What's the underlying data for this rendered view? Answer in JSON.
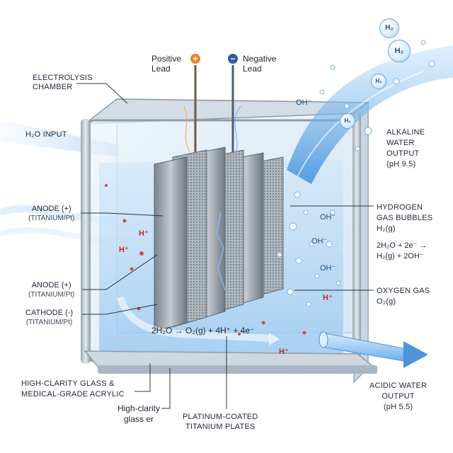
{
  "labels": {
    "electrolysis_chamber": [
      "ELECTROLYSIS",
      "CHAMBER"
    ],
    "positive_lead": {
      "sign": "+",
      "lines": [
        "Positive",
        "Lead"
      ]
    },
    "negative_lead": {
      "sign": "−",
      "lines": [
        "Negative",
        "Lead"
      ]
    },
    "h2o_input": "H₂O INPUT",
    "anode_upper": {
      "title": "ANODE (+)",
      "sub": "(TITANIUM/Pt)"
    },
    "anode_lower": {
      "title": "ANODE (+)",
      "sub": "(TITANIUM/Pt)"
    },
    "cathode": {
      "title": "CATHODE (-)",
      "sub": "(TITANIUM/Pt)"
    },
    "glass_acrylic": [
      "HIGH-CLARITY GLASS &",
      "MEDICAL-GRADE ACRYLIC"
    ],
    "glass_er": [
      "High-clarity",
      "glass er"
    ],
    "plates": [
      "PLATINUM-COATED",
      "TITANIUM PLATES"
    ],
    "alkaline_output": [
      "ALKALINE",
      "WATER",
      "OUTPUT",
      "(pH 9.5)"
    ],
    "hydrogen_bubbles": [
      "HYDROGEN",
      "GAS BUBBLES",
      "H₂(g)"
    ],
    "cathode_reaction": [
      "2H₂O + 2e⁻ →",
      "H₂(g) + 2OH⁻"
    ],
    "oxygen_gas": [
      "OXYGEN GAS",
      "O₂(g)"
    ],
    "acidic_output": [
      "ACIDIC WATER",
      "OUTPUT",
      "(pH 5.5)"
    ],
    "anode_reaction": "2H₂O → O₂(g) + 4H⁺ + 4e⁻"
  },
  "ions": {
    "h_plus": "H⁺",
    "oh_minus": "OH⁻",
    "h2": "H₂"
  },
  "colors": {
    "positive": "#e8862a",
    "negative": "#2e5d9a",
    "water": "#5aa9ec",
    "h_ion": "#c0262c",
    "oh_ion": "#1f4f86"
  }
}
